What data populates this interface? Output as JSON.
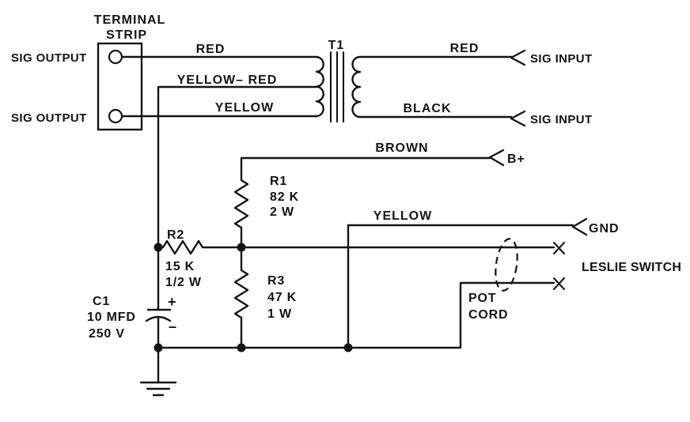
{
  "terminal_strip": {
    "title_line1": "TERMINAL",
    "title_line2": "STRIP",
    "output_top": "SIG OUTPUT",
    "output_bottom": "SIG OUTPUT"
  },
  "transformer": {
    "designator": "T1",
    "primary": {
      "top_wire": "RED",
      "center_tap_wire": "YELLOW– RED",
      "bottom_wire": "YELLOW"
    },
    "secondary": {
      "top_wire": "RED",
      "bottom_wire": "BLACK",
      "input_top": "SIG INPUT",
      "input_bottom": "SIG INPUT"
    }
  },
  "power": {
    "wire": "BROWN",
    "terminal": "B+"
  },
  "ground_line": {
    "wire": "YELLOW",
    "terminal": "GND"
  },
  "components": {
    "r1": {
      "designator": "R1",
      "value": "82 K",
      "rating": "2 W"
    },
    "r2": {
      "designator": "R2",
      "value": "15 K",
      "rating": "1/2 W"
    },
    "r3": {
      "designator": "R3",
      "value": "47 K",
      "rating": "1 W"
    },
    "c1": {
      "designator": "C1",
      "value": "10 MFD",
      "rating": "250 V",
      "plus": "+",
      "minus": "–"
    }
  },
  "pot_cord": {
    "line1": "POT",
    "line2": "CORD"
  },
  "leslie_switch_label": "LESLIE SWITCH",
  "colors": {
    "ink": "#141414",
    "background": "#ffffff"
  }
}
